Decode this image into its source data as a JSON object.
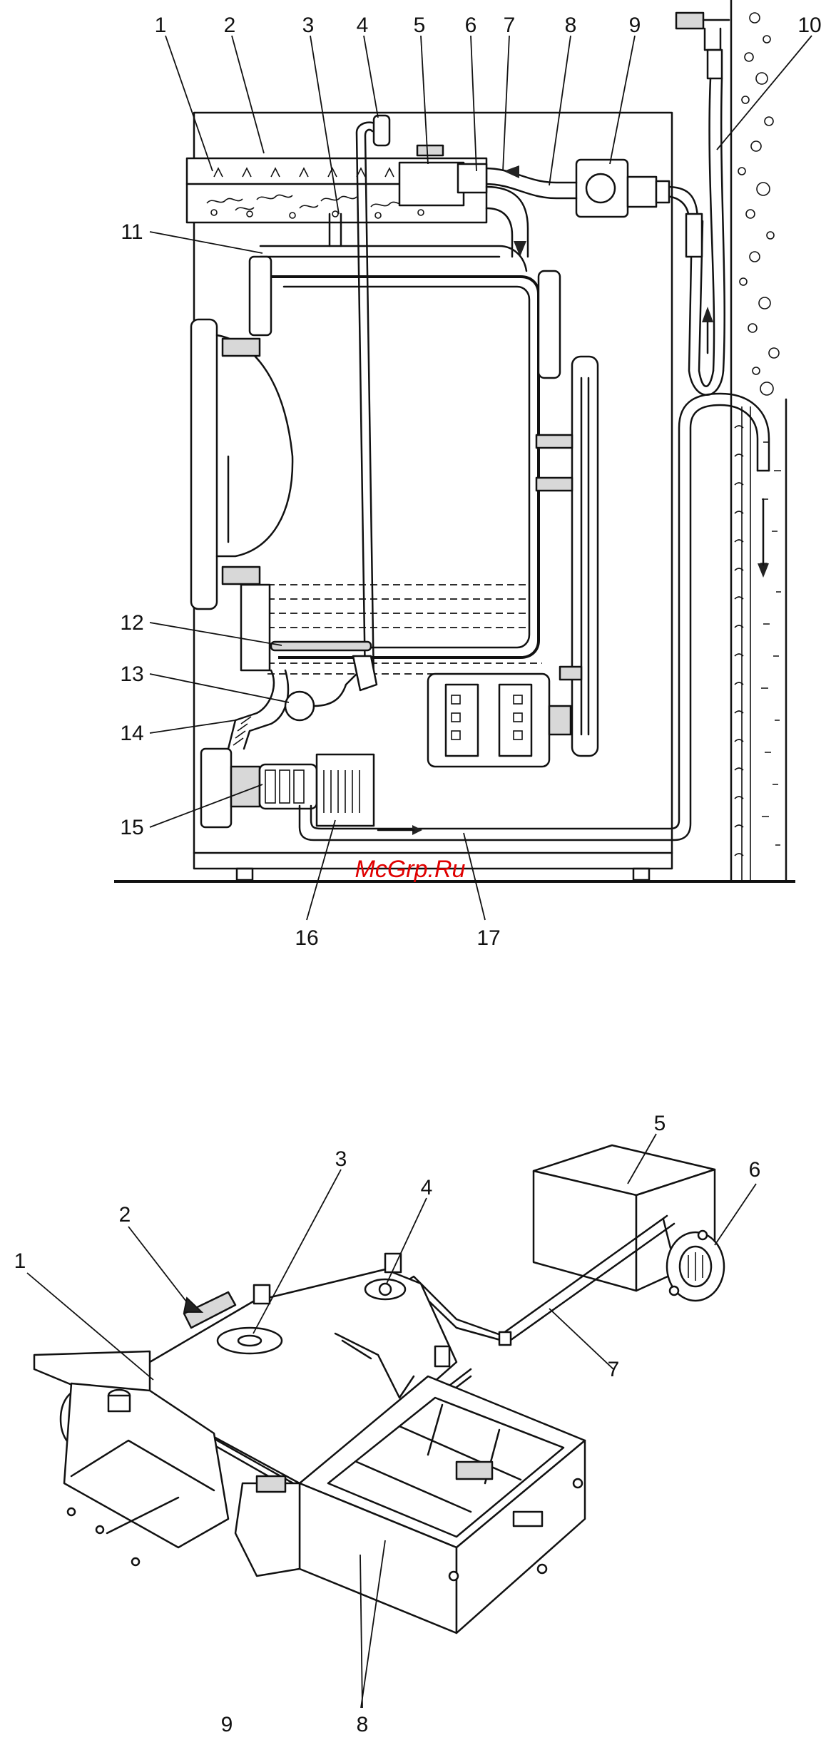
{
  "watermark": "McGrp.Ru",
  "figure_top": {
    "callouts": [
      "1",
      "2",
      "3",
      "4",
      "5",
      "6",
      "7",
      "8",
      "9",
      "10",
      "11",
      "12",
      "13",
      "14",
      "15",
      "16",
      "17"
    ]
  },
  "figure_bottom": {
    "callouts": [
      "1",
      "2",
      "3",
      "4",
      "5",
      "6",
      "7",
      "8",
      "9"
    ]
  }
}
